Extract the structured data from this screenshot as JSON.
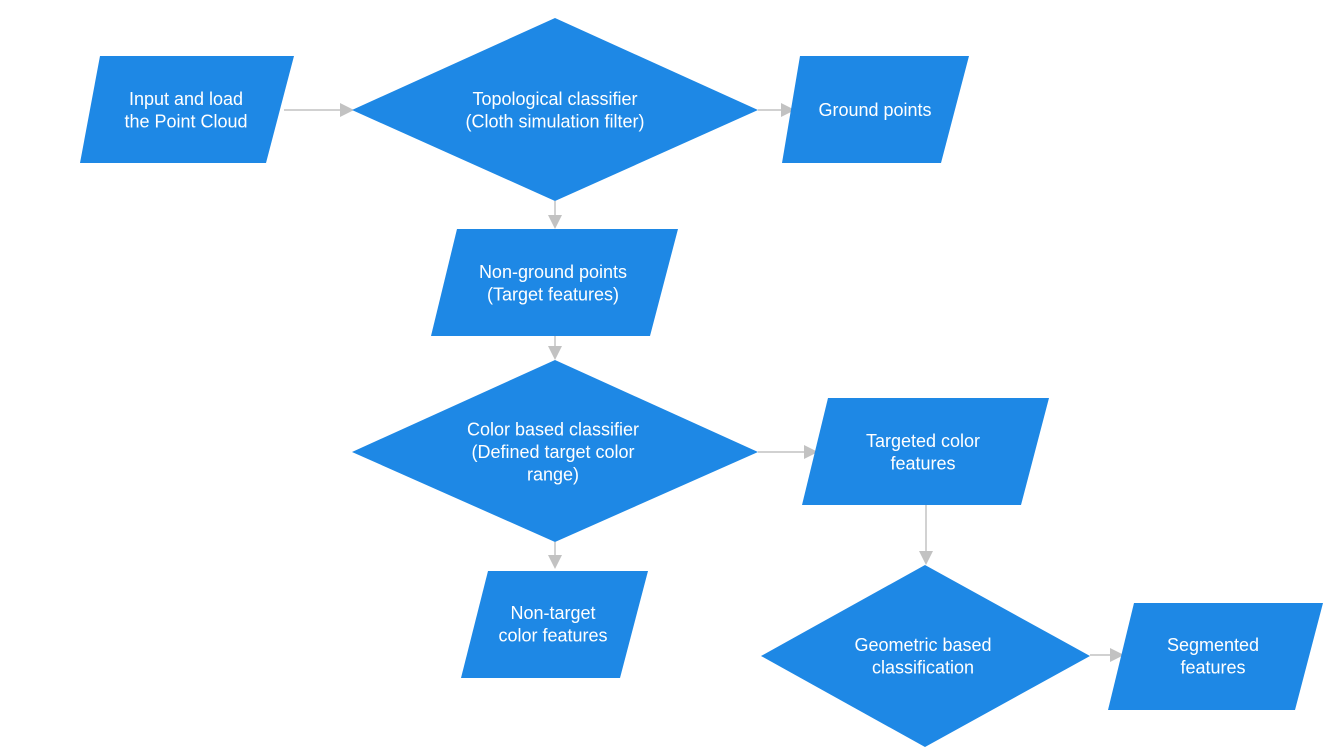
{
  "diagram": {
    "nodes": {
      "input": {
        "shape": "parallelogram",
        "lines": [
          "Input and load",
          "the Point Cloud"
        ]
      },
      "topo": {
        "shape": "diamond",
        "lines": [
          "Topological classifier",
          "(Cloth simulation filter)"
        ]
      },
      "ground": {
        "shape": "parallelogram",
        "lines": [
          "Ground points"
        ]
      },
      "nonground": {
        "shape": "parallelogram",
        "lines": [
          "Non-ground points",
          "(Target features)"
        ]
      },
      "color": {
        "shape": "diamond",
        "lines": [
          "Color based classifier",
          "(Defined target color",
          "range)"
        ]
      },
      "targeted": {
        "shape": "parallelogram",
        "lines": [
          "Targeted color",
          "features"
        ]
      },
      "nontarget": {
        "shape": "parallelogram",
        "lines": [
          "Non-target",
          "color features"
        ]
      },
      "geometric": {
        "shape": "diamond",
        "lines": [
          "Geometric based",
          "classification"
        ]
      },
      "segmented": {
        "shape": "parallelogram",
        "lines": [
          "Segmented",
          "features"
        ]
      }
    },
    "edges": [
      {
        "from": "input",
        "to": "topo"
      },
      {
        "from": "topo",
        "to": "ground"
      },
      {
        "from": "topo",
        "to": "nonground"
      },
      {
        "from": "nonground",
        "to": "color"
      },
      {
        "from": "color",
        "to": "targeted"
      },
      {
        "from": "color",
        "to": "nontarget"
      },
      {
        "from": "targeted",
        "to": "geometric"
      },
      {
        "from": "geometric",
        "to": "segmented"
      }
    ],
    "colors": {
      "node_fill": "#1e88e5",
      "node_text": "#ffffff",
      "edge": "#c2c2c2"
    }
  }
}
